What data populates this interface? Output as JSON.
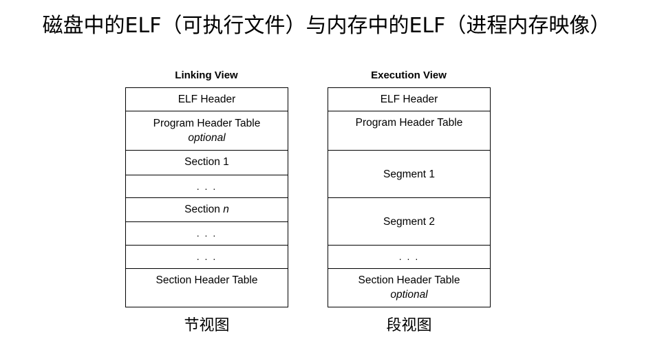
{
  "title": "磁盘中的ELF（可执行文件）与内存中的ELF（进程内存映像）",
  "linking_view": {
    "heading": "Linking View",
    "caption": "节视图",
    "rows": [
      {
        "label": "ELF Header",
        "sub": ""
      },
      {
        "label": "Program Header Table",
        "sub": "optional"
      },
      {
        "label": "Section 1",
        "sub": ""
      },
      {
        "label": ". . .",
        "sub": ""
      },
      {
        "label": "Section",
        "label_italic": "n",
        "sub": ""
      },
      {
        "label": ". . .",
        "sub": ""
      },
      {
        "label": ". . .",
        "sub": ""
      },
      {
        "label": "Section Header Table",
        "sub": ""
      }
    ]
  },
  "execution_view": {
    "heading": "Execution View",
    "caption": "段视图",
    "rows": [
      {
        "label": "ELF Header",
        "sub": ""
      },
      {
        "label": "Program Header Table",
        "sub": ""
      },
      {
        "label": "Segment 1",
        "sub": ""
      },
      {
        "label": "Segment 2",
        "sub": ""
      },
      {
        "label": ". . .",
        "sub": ""
      },
      {
        "label": "Section Header Table",
        "sub": "optional"
      }
    ]
  }
}
